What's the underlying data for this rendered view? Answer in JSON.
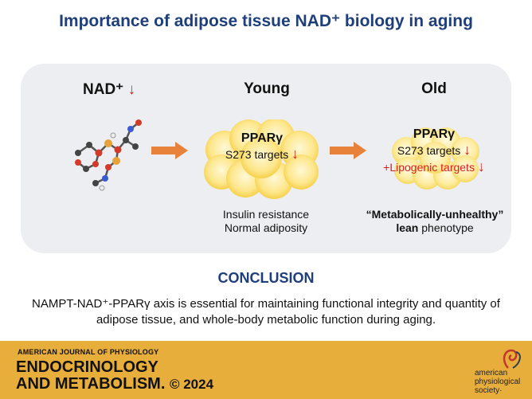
{
  "title": "Importance of adipose tissue NAD⁺ biology in aging",
  "panel": {
    "nad_label": "NAD⁺",
    "nad_arrow": "↓",
    "young": {
      "header": "Young",
      "protein": "PPARγ",
      "line1": "S273 targets",
      "line1_arrow": "↓",
      "caption_line1": "Insulin resistance",
      "caption_line2": "Normal adiposity"
    },
    "old": {
      "header": "Old",
      "protein": "PPARγ",
      "line1": "S273 targets",
      "line1_arrow": "↓",
      "line2": "+Lipogenic targets",
      "line2_arrow": "↓",
      "caption_line1": "“Metabolically-unhealthy”",
      "caption_line2_bold": "lean",
      "caption_line2_rest": " phenotype"
    }
  },
  "conclusion": {
    "heading": "CONCLUSION",
    "text": "NAMPT-NAD⁺-PPARγ axis is essential for maintaining functional integrity and quantity of adipose tissue, and whole-body metabolic function during aging."
  },
  "footer": {
    "journal_small": "AMERICAN JOURNAL OF PHYSIOLOGY",
    "journal_line1": "ENDOCRINOLOGY",
    "journal_line2": "AND METABOLISM.",
    "copyright": "© 2024",
    "publisher_line1": "american",
    "publisher_line2": "physiological",
    "publisher_line3": "society·"
  },
  "colors": {
    "title_blue": "#1f3f7a",
    "arrow_orange": "#e8823a",
    "down_red": "#d91e1e",
    "footer_gold": "#e8ae3c",
    "panel_gray": "#eceef2"
  }
}
